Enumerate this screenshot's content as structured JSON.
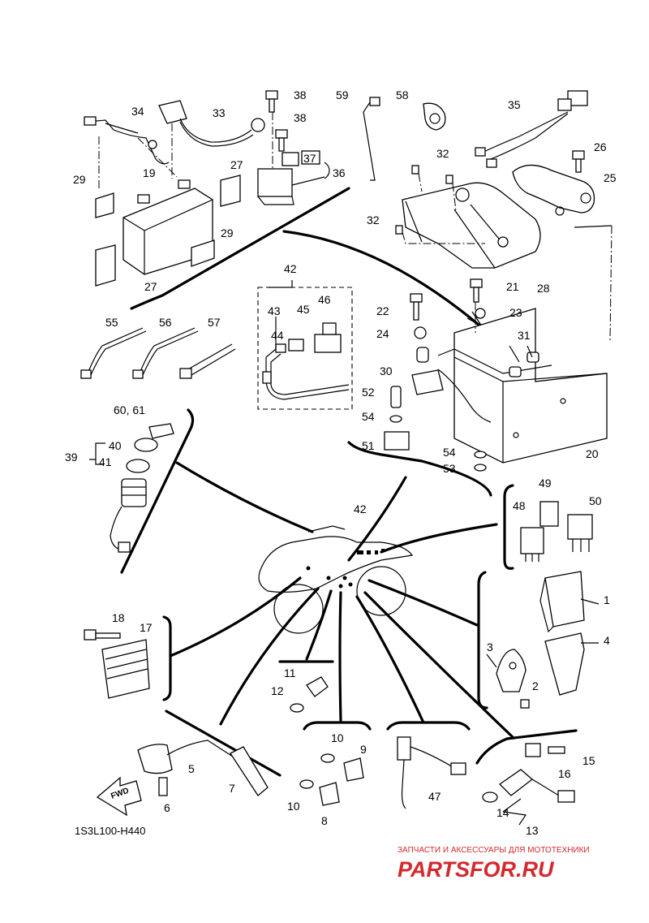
{
  "diagram_code": "1S3L100-H440",
  "fwd_label": "FWD",
  "watermark": {
    "subtitle": "ЗАПЧАСТИ И АКСЕССУАРЫ ДЛЯ МОТОТЕХНИКИ",
    "brand": "PARTSFOR.RU",
    "color": "#d4292d"
  },
  "callouts": {
    "c1": "1",
    "c2": "2",
    "c3": "3",
    "c4": "4",
    "c5": "5",
    "c6": "6",
    "c7": "7",
    "c8": "8",
    "c9": "9",
    "c10a": "10",
    "c10b": "10",
    "c11": "11",
    "c12": "12",
    "c13": "13",
    "c14": "14",
    "c15": "15",
    "c16": "16",
    "c17": "17",
    "c18": "18",
    "c19": "19",
    "c20": "20",
    "c21": "21",
    "c22": "22",
    "c23": "23",
    "c24": "24",
    "c25": "25",
    "c26": "26",
    "c27a": "27",
    "c27b": "27",
    "c28": "28",
    "c29a": "29",
    "c29b": "29",
    "c30": "30",
    "c31": "31",
    "c32a": "32",
    "c32b": "32",
    "c33": "33",
    "c34": "34",
    "c35": "35",
    "c36": "36",
    "c37": "37",
    "c38a": "38",
    "c38b": "38",
    "c39": "39",
    "c40": "40",
    "c41": "41",
    "c42a": "42",
    "c42b": "42",
    "c43": "43",
    "c44": "44",
    "c45": "45",
    "c46": "46",
    "c47": "47",
    "c48": "48",
    "c49": "49",
    "c50": "50",
    "c51": "51",
    "c52": "52",
    "c53": "53",
    "c54a": "54",
    "c54b": "54",
    "c55": "55",
    "c56": "56",
    "c57": "57",
    "c58": "58",
    "c59": "59",
    "c6061": "60, 61"
  }
}
